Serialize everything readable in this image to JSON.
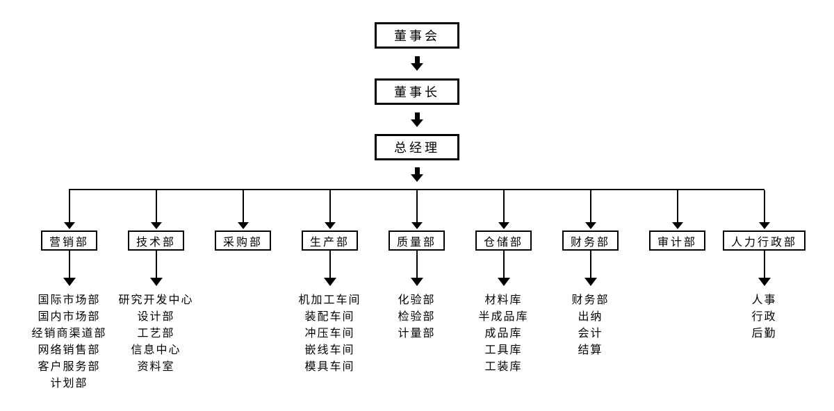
{
  "org_chart": {
    "top_nodes": [
      {
        "label": "董事会"
      },
      {
        "label": "董事长"
      },
      {
        "label": "总经理"
      }
    ],
    "departments": [
      {
        "label": "营销部",
        "children": [
          "国际市场部",
          "国内市场部",
          "经销商渠道部",
          "网络销售部",
          "客户服务部",
          "计划部"
        ]
      },
      {
        "label": "技术部",
        "children": [
          "研究开发中心",
          "设计部",
          "工艺部",
          "信息中心",
          "资料室"
        ]
      },
      {
        "label": "采购部",
        "children": []
      },
      {
        "label": "生产部",
        "children": [
          "机加工车间",
          "装配车间",
          "冲压车间",
          "嵌线车间",
          "模具车间"
        ]
      },
      {
        "label": "质量部",
        "children": [
          "化验部",
          "检验部",
          "计量部"
        ]
      },
      {
        "label": "仓储部",
        "children": [
          "材料库",
          "半成品库",
          "成品库",
          "工具库",
          "工装库"
        ]
      },
      {
        "label": "财务部",
        "children": [
          "财务部",
          "出纳",
          "会计",
          "结算"
        ]
      },
      {
        "label": "审计部",
        "children": []
      },
      {
        "label": "人力行政部",
        "children": [
          "人事",
          "行政",
          "后勤"
        ]
      }
    ],
    "colors": {
      "line": "#000000",
      "background": "#ffffff"
    }
  }
}
